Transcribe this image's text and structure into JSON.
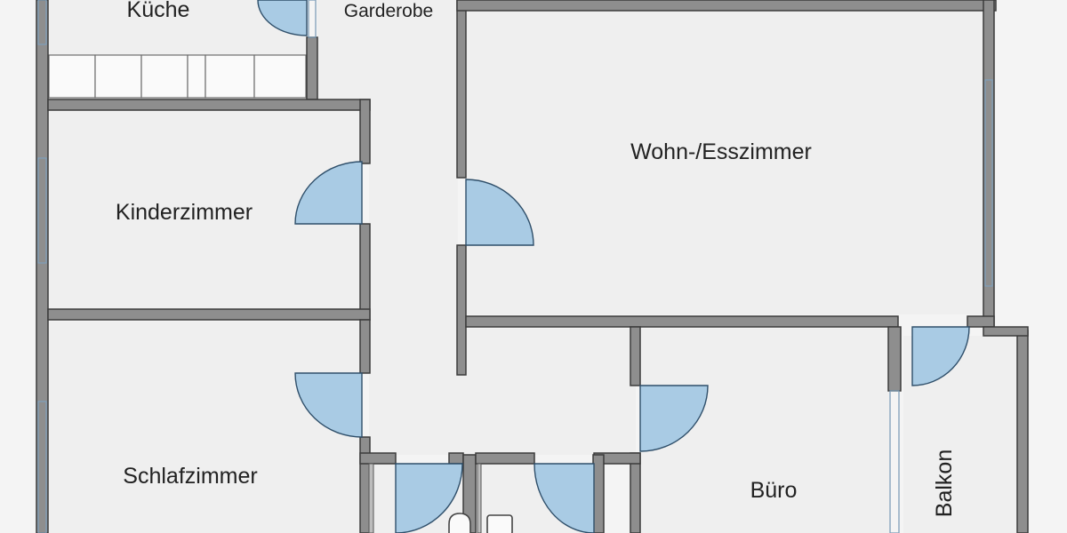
{
  "floorplan": {
    "rooms": {
      "kueche": "Küche",
      "garderobe": "Garderobe",
      "wohn_esszimmer": "Wohn-/Esszimmer",
      "kinderzimmer": "Kinderzimmer",
      "schlafzimmer": "Schlafzimmer",
      "buero": "Büro",
      "balkon": "Balkon"
    },
    "colors": {
      "wall": "#8e8e8e",
      "floor": "#efefef",
      "door": "#a9cbe4",
      "window": "#7f9fb8"
    }
  }
}
